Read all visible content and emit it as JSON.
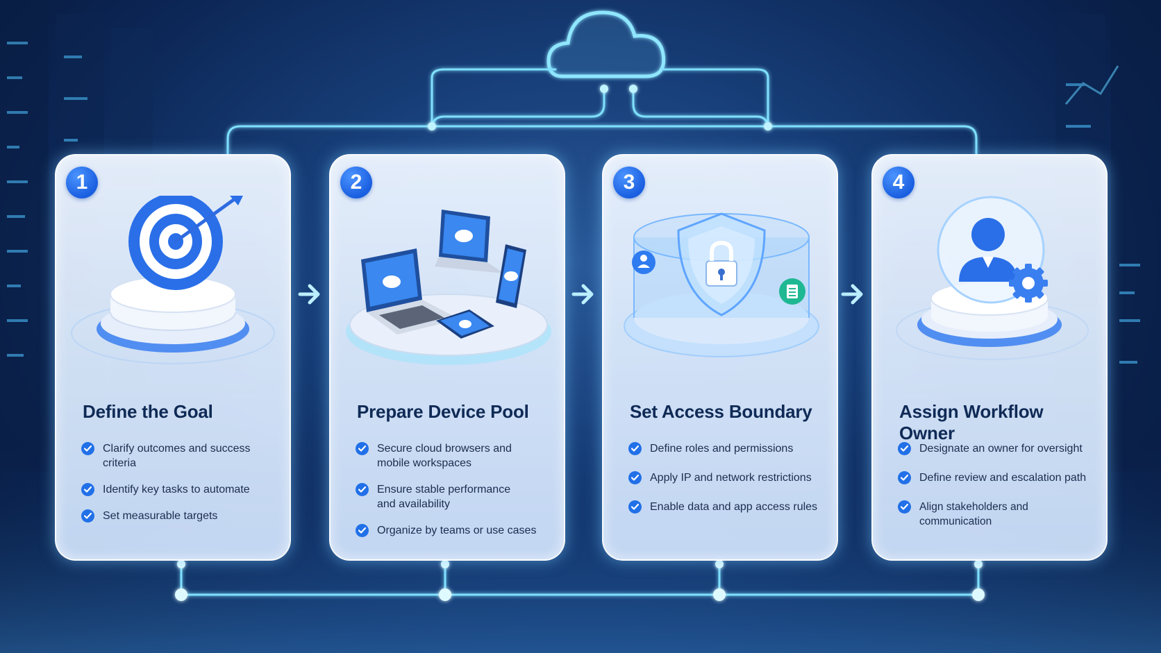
{
  "steps": [
    {
      "number": "1",
      "title": "Define the Goal",
      "illustration_icon": "target-icon",
      "items": [
        "Clarify outcomes and success criteria",
        "Identify key tasks to automate",
        "Set measurable targets"
      ]
    },
    {
      "number": "2",
      "title": "Prepare Device Pool",
      "illustration_icon": "devices-icon",
      "items": [
        "Secure cloud browsers and mobile workspaces",
        "Ensure stable performance and availability",
        "Organize by teams or use cases"
      ]
    },
    {
      "number": "3",
      "title": "Set Access Boundary",
      "illustration_icon": "shield-lock-icon",
      "items": [
        "Define roles and permissions",
        "Apply IP and network restrictions",
        "Enable data and app access rules"
      ]
    },
    {
      "number": "4",
      "title": "Assign Workflow Owner",
      "illustration_icon": "user-gear-icon",
      "items": [
        "Designate an owner for oversight",
        "Define review and escalation path",
        "Align stakeholders and communication"
      ]
    }
  ],
  "colors": {
    "accent": "#2170e8",
    "glow": "#7fe0ff",
    "title_text": "#0f2a55",
    "body_text": "#1b2d4e"
  }
}
